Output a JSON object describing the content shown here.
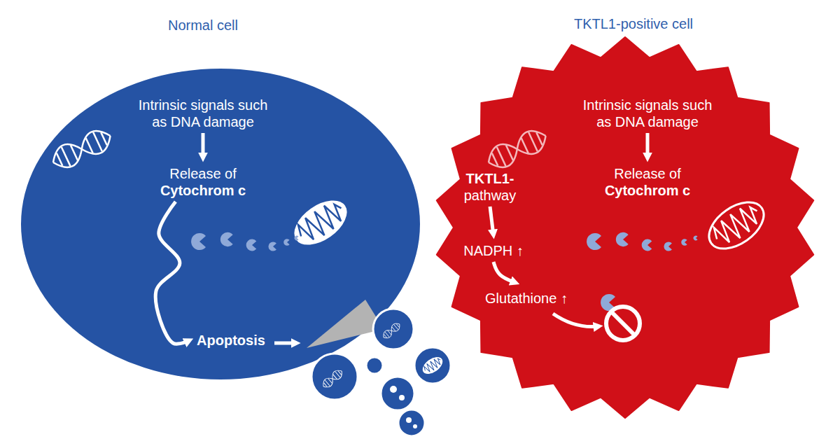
{
  "diagram": {
    "nodes": [
      {
        "text": [
          "Normal cell"
        ]
      },
      {
        "text": [
          "Intrinsic signals such as DNA damage"
        ],
        "in": 0
      },
      {
        "text": [
          "Release of",
          "Cytochrom c"
        ],
        "in": 0
      },
      {
        "text": [
          "Apoptosis"
        ],
        "in": 0
      },
      {
        "text": [
          "TKTL1-positive cell"
        ]
      },
      {
        "text": [
          "Intrinsic signals such as DNA damage"
        ],
        "in": 4
      },
      {
        "text": [
          "Release of",
          "Cytochrom c"
        ],
        "in": 4
      },
      {
        "text": [
          "TKTL1-",
          "pathway"
        ],
        "in": 4
      },
      {
        "text": [
          "NADPH ↑"
        ],
        "in": 4
      },
      {
        "text": [
          "Glutathione ↑"
        ],
        "in": 4
      }
    ],
    "edges": [
      {
        "from": 1,
        "to": 2,
        "arrow": "to"
      },
      {
        "from": 2,
        "to": 3,
        "arrow": "to"
      },
      {
        "from": 5,
        "to": 6,
        "arrow": "to"
      },
      {
        "from": 7,
        "to": 8,
        "arrow": "to"
      },
      {
        "from": 8,
        "to": 9,
        "arrow": "to"
      }
    ]
  }
}
